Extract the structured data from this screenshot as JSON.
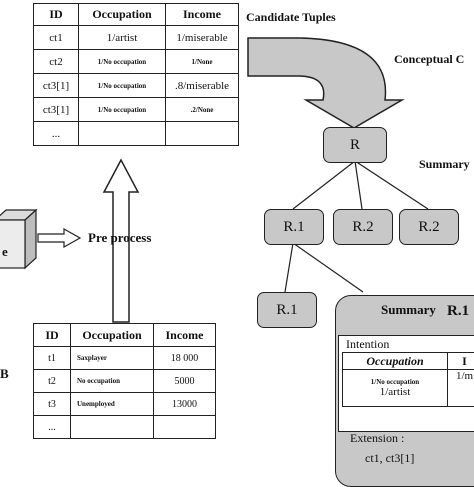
{
  "candidate_tuples": {
    "title": "Candidate Tuples",
    "columns": [
      "ID",
      "Occupation",
      "Income"
    ],
    "rows": [
      {
        "id": "ct1",
        "occupation": "1/artist",
        "income": "1/miserable"
      },
      {
        "id": "ct2",
        "occupation": "1/No occupation",
        "income": "1/None"
      },
      {
        "id": "ct3[1]",
        "occupation": "1/No occupation",
        "income": ".8/miserable"
      },
      {
        "id": "ct3[1]",
        "occupation": "1/No occupation",
        "income": ".2/None"
      },
      {
        "id": "...",
        "occupation": "",
        "income": ""
      }
    ]
  },
  "database": {
    "label": "B",
    "columns": [
      "ID",
      "Occupation",
      "Income"
    ],
    "rows": [
      {
        "id": "t1",
        "occupation": "Saxplayer",
        "income": "18 000"
      },
      {
        "id": "t2",
        "occupation": "No occupation",
        "income": "5000"
      },
      {
        "id": "t3",
        "occupation": "Unemployed",
        "income": "13000"
      },
      {
        "id": "...",
        "occupation": "",
        "income": ""
      }
    ]
  },
  "preprocess": {
    "label": "Pre process",
    "cube_label": "e"
  },
  "labels": {
    "conceptual": "Conceptual C",
    "summary_side": "Summary"
  },
  "hierarchy": {
    "root": "R",
    "level1": [
      "R.1",
      "R.2",
      "R.2"
    ],
    "level2": [
      "R.1"
    ]
  },
  "summary_panel": {
    "title": "Summary",
    "id": "R.1",
    "intention_label": "Intention",
    "column_header": "Occupation",
    "column_header_2": "I",
    "cell_small": "1/No occupation",
    "cell_main": "1/artist",
    "cell_right": "1/m",
    "extension_label": "Extension :",
    "extension_value": "ct1, ct3[1]"
  },
  "colors": {
    "node_fill": "#c8c8c8",
    "arrow_fill": "#c8c8c8",
    "stroke": "#222222"
  }
}
